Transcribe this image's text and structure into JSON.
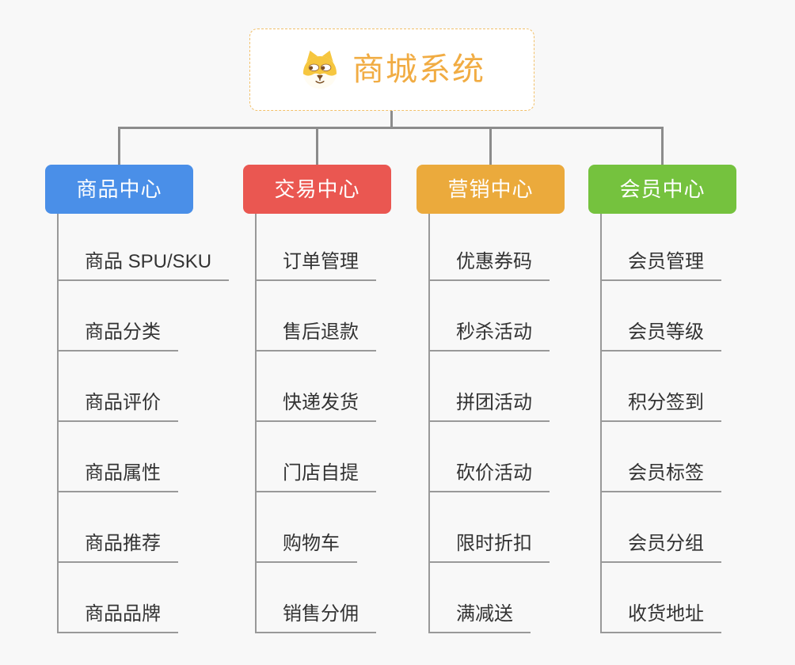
{
  "canvas": {
    "background": "#f8f8f8",
    "connector_color": "#8c8c8c",
    "leaf_line_color": "#999999"
  },
  "root": {
    "title": "商城系统",
    "icon": "dog-face-icon",
    "text_color": "#f1ac43",
    "border_color": "#f2c06a"
  },
  "branches": [
    {
      "label": "商品中心",
      "color": "#4a8fe8",
      "items": [
        "商品 SPU/SKU",
        "商品分类",
        "商品评价",
        "商品属性",
        "商品推荐",
        "商品品牌"
      ]
    },
    {
      "label": "交易中心",
      "color": "#ea5751",
      "items": [
        "订单管理",
        "售后退款",
        "快递发货",
        "门店自提",
        "购物车",
        "销售分佣"
      ]
    },
    {
      "label": "营销中心",
      "color": "#ebaa3c",
      "items": [
        "优惠券码",
        "秒杀活动",
        "拼团活动",
        "砍价活动",
        "限时折扣",
        "满减送"
      ]
    },
    {
      "label": "会员中心",
      "color": "#75c23e",
      "items": [
        "会员管理",
        "会员等级",
        "积分签到",
        "会员标签",
        "会员分组",
        "收货地址"
      ]
    }
  ]
}
